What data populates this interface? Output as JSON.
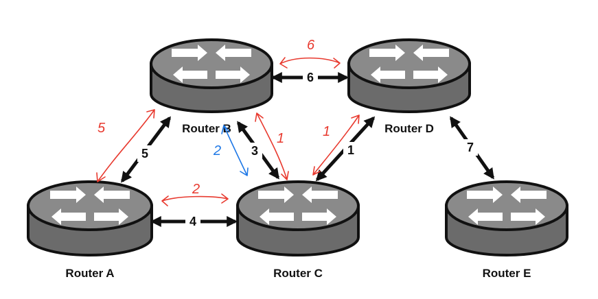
{
  "routers": {
    "a": {
      "label": "Router A"
    },
    "b": {
      "label": "Router B"
    },
    "c": {
      "label": "Router C"
    },
    "d": {
      "label": "Router D"
    },
    "e": {
      "label": "Router E"
    }
  },
  "links": {
    "cd": {
      "cost": "1"
    },
    "bc": {
      "cost": "3"
    },
    "ac": {
      "cost": "4"
    },
    "ab": {
      "cost": "5"
    },
    "bd": {
      "cost": "6"
    },
    "de": {
      "cost": "7"
    }
  },
  "annotations": {
    "ab": {
      "text": "5",
      "color": "#e8392e"
    },
    "ac": {
      "text": "2",
      "color": "#e8392e"
    },
    "bc_red": {
      "text": "1",
      "color": "#e8392e"
    },
    "bc_blue": {
      "text": "2",
      "color": "#1f78e6"
    },
    "bd": {
      "text": "6",
      "color": "#e8392e"
    },
    "cd": {
      "text": "1",
      "color": "#e8392e"
    }
  },
  "colors": {
    "router_top": "#8a8a8a",
    "router_side": "#6b6b6b",
    "router_outline": "#111111",
    "link": "#111111"
  }
}
